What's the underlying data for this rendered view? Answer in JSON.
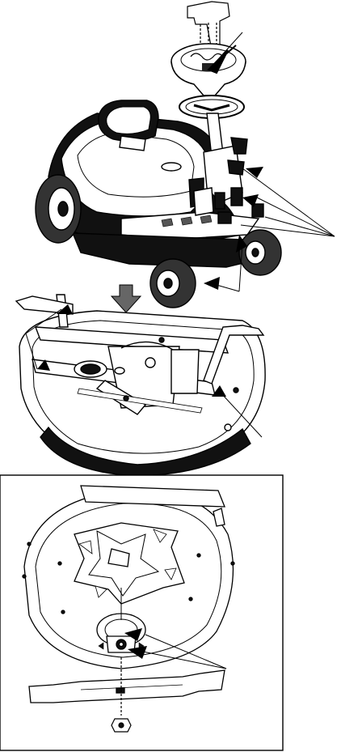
{
  "page": {
    "background": "#ffffff",
    "ink": "#000000"
  },
  "figure_top": {
    "parts": [
      "steering-column-bracket",
      "steering-wheel-hub",
      "riding-mower",
      "mower-deck"
    ]
  },
  "figure_bottom": {
    "parts": [
      "deck-underside",
      "blade-spindle",
      "mower-blade",
      "blade-nut"
    ]
  }
}
